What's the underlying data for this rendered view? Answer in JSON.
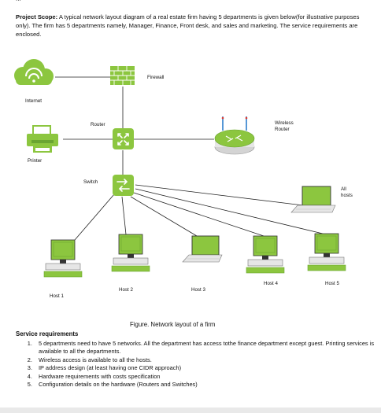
{
  "doc": {
    "cut_header": "...",
    "intro_label": "Project Scope:",
    "intro_text": " A typical network layout diagram of a real estate firm having 5 departments is given below(for illustrative purposes only). The firm has 5 departments namely, Manager, Finance, Front desk, and sales and marketing. The service requirements are enclosed."
  },
  "diagram": {
    "labels": {
      "firewall": "Firewall",
      "internet": "Internet",
      "router": "Router",
      "wireless_router": "Wireless Router",
      "printer": "Printer",
      "switch": "Switch",
      "all_hosts": "All hosts",
      "host1": "Host 1",
      "host2": "Host 2",
      "host3": "Host 3",
      "host4": "Host 4",
      "host5": "Host 5"
    },
    "colors": {
      "green": "#8cc63f",
      "dark_green": "#6aa531",
      "router_grey": "#e6e6e6",
      "antenna_blue": "#1e74c8",
      "antenna_red": "#e23a2e"
    },
    "caption": "Figure. Network layout of a firm"
  },
  "requirements": {
    "title": "Service requirements",
    "items": [
      "5 departments need to have 5 networks. All the department has access tothe finance department except guest. Printing services is available to all the departments.",
      "Wireless access is available to all the hosts.",
      "IP address design (at least having one CIDR approach)",
      "Hardware requirements with costs specification",
      "Configuration details on the hardware (Routers and Switches)"
    ]
  }
}
